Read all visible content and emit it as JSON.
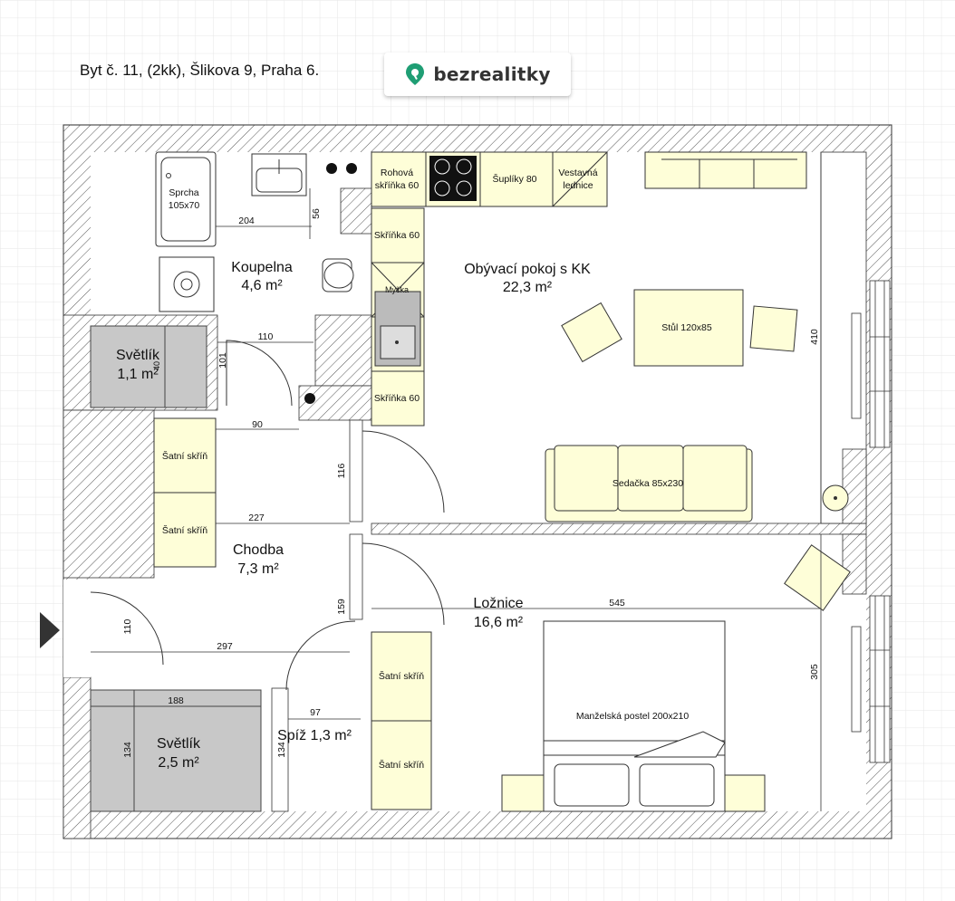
{
  "header": {
    "title": "Byt č. 11, (2kk), Šlikova 9, Praha 6.",
    "logo_text": "bezrealitky"
  },
  "rooms": {
    "bathroom": {
      "name": "Koupelna",
      "area": "4,6 m²"
    },
    "living": {
      "name": "Obývací pokoj s KK",
      "area": "22,3 m²"
    },
    "lightwell_small": {
      "name": "Světlík",
      "area": "1,1 m²"
    },
    "hall": {
      "name": "Chodba",
      "area": "7,3 m²"
    },
    "bedroom": {
      "name": "Ložnice",
      "area": "16,6 m²"
    },
    "lightwell_large": {
      "name": "Světlík",
      "area": "2,5 m²"
    },
    "pantry": {
      "name": "Spíž 1,3 m²"
    }
  },
  "furniture": {
    "shower": "Sprcha",
    "shower_size": "105x70",
    "corner_cabinet_1": "Rohová",
    "corner_cabinet_2": "skříňka 60",
    "drawers": "Šuplíky 80",
    "fridge_1": "Vestavná",
    "fridge_2": "lednice",
    "cabinet_a": "Skříňka 60",
    "dishwasher": "Myčka",
    "cabinet_b": "Skříňka 60",
    "table": "Stůl 120x85",
    "sofa": "Sedačka 85x230",
    "wardrobe_hall_1": "Šatní skříň",
    "wardrobe_hall_2": "Šatní skříň",
    "wardrobe_bed_1": "Šatní skříň",
    "wardrobe_bed_2": "Šatní skříň",
    "bed": "Manželská postel 200x210"
  },
  "dimensions": {
    "d204": "204",
    "d56": "56",
    "d110a": "110",
    "d101": "101",
    "d90": "90",
    "d116": "116",
    "d227": "227",
    "d159": "159",
    "d110b": "110",
    "d297": "297",
    "d188": "188",
    "d134a": "134",
    "d97": "97",
    "d134b": "134",
    "d545": "545",
    "d410": "410",
    "d305": "305",
    "d40": "40"
  },
  "colors": {
    "wall_hatch": "#555555",
    "furniture_fill": "#fefed8",
    "lightwell_fill": "#c8c8c8",
    "grid": "#e6e6e6",
    "logo_green": "#1f9e74"
  }
}
